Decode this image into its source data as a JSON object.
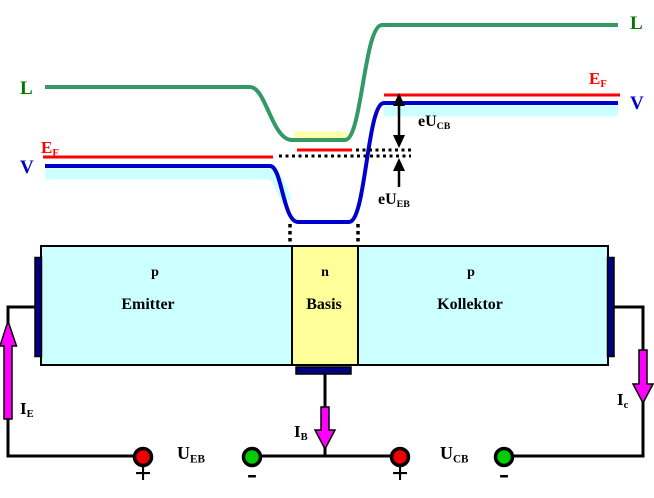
{
  "colors": {
    "conduction_band": "#339966",
    "conduction_label": "#007700",
    "valence_band": "#0000CC",
    "fermi_level": "#FF0000",
    "semiconductor_p_fill": "#CCFFFF",
    "semiconductor_n_fill": "#FFFF99",
    "band_fill_cyan": "#CCFFFF",
    "band_fill_yellow": "#FFFFAA",
    "electrode_navy": "#000080",
    "current_arrow_magenta": "#FF00FF",
    "terminal_positive_red": "#EE0000",
    "terminal_negative_green": "#00CC00"
  },
  "band_diagram": {
    "conduction_label": "L",
    "valence_label": "V",
    "fermi_label": {
      "main": "E",
      "sub": "F"
    },
    "energy_cb": {
      "main": "eU",
      "sub": "CB"
    },
    "energy_eb": {
      "main": "eU",
      "sub": "EB"
    }
  },
  "transistor": {
    "regions": [
      {
        "doping": "p",
        "name": "Emitter"
      },
      {
        "doping": "n",
        "name": "Basis"
      },
      {
        "doping": "p",
        "name": "Kollektor"
      }
    ]
  },
  "circuit": {
    "current_emitter": {
      "main": "I",
      "sub": "E"
    },
    "current_base": {
      "main": "I",
      "sub": "B"
    },
    "current_collector": {
      "main": "I",
      "sub": "c"
    },
    "source_eb": {
      "main": "U",
      "sub": "EB",
      "plus": "+",
      "minus": "-"
    },
    "source_cb": {
      "main": "U",
      "sub": "CB",
      "plus": "+",
      "minus": "-"
    }
  }
}
